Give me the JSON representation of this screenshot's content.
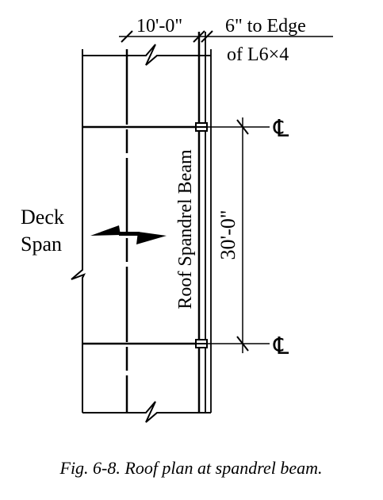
{
  "drawing": {
    "dim_top_left": "10'-0\"",
    "dim_top_right": "6\" to Edge",
    "dim_top_right_line2": "of L6×4",
    "dim_vertical": "30'-0\"",
    "centerline_top": "℄",
    "centerline_bottom": "℄",
    "beam_label": "Roof Spandrel Beam",
    "deck_label_line1": "Deck",
    "deck_label_line2": "Span"
  },
  "caption": "Fig. 6-8. Roof plan at spandrel beam."
}
